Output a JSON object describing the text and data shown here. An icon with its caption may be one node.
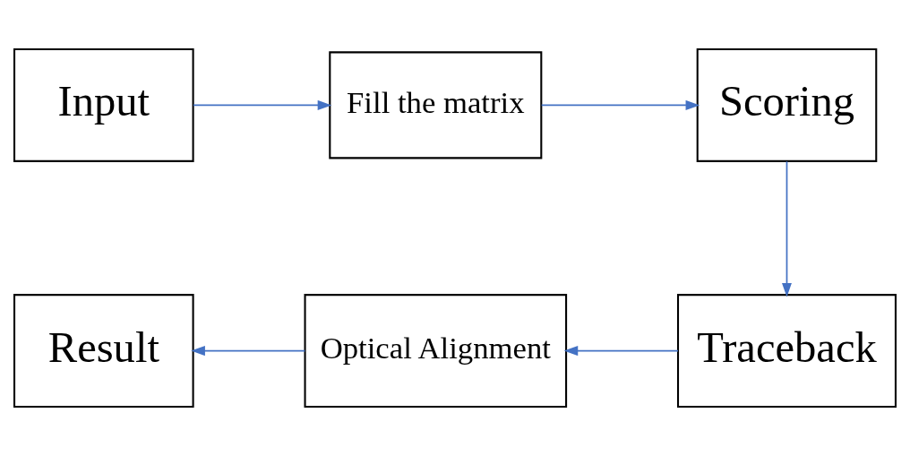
{
  "diagram": {
    "nodes": [
      {
        "text": [
          "Input"
        ]
      },
      {
        "text": [
          "Fill the matrix"
        ]
      },
      {
        "text": [
          "Scoring"
        ]
      },
      {
        "text": [
          "Result"
        ]
      },
      {
        "text": [
          "Optical Alignment"
        ]
      },
      {
        "text": [
          "Traceback"
        ]
      }
    ],
    "edges": [
      {
        "from": 0,
        "to": 1,
        "arrow": "to"
      },
      {
        "from": 1,
        "to": 2,
        "arrow": "to"
      },
      {
        "from": 2,
        "to": 5,
        "arrow": "to"
      },
      {
        "from": 5,
        "to": 4,
        "arrow": "to"
      },
      {
        "from": 4,
        "to": 3,
        "arrow": "to"
      }
    ]
  }
}
